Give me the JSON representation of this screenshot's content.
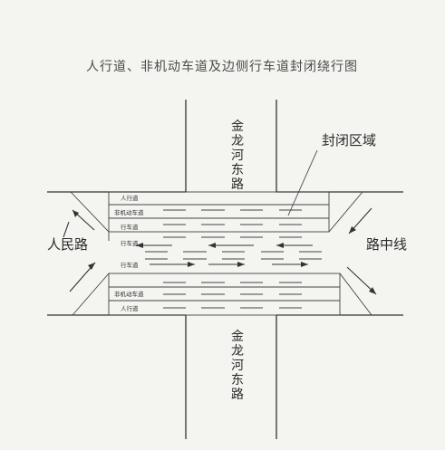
{
  "title": "人行道、非机动车道及边侧行车道封闭绕行图",
  "roads": {
    "north": "金龙河东路",
    "south": "金龙河东路",
    "west": "人民路",
    "east": "路中线"
  },
  "callout": "封闭区域",
  "lanes_top": [
    "人行道",
    "非机动车道",
    "行车道"
  ],
  "lanes_bottom": [
    "行车道",
    "非机动车道",
    "人行道"
  ],
  "colors": {
    "ink": "#333333",
    "paper": "#f4f4f1"
  }
}
